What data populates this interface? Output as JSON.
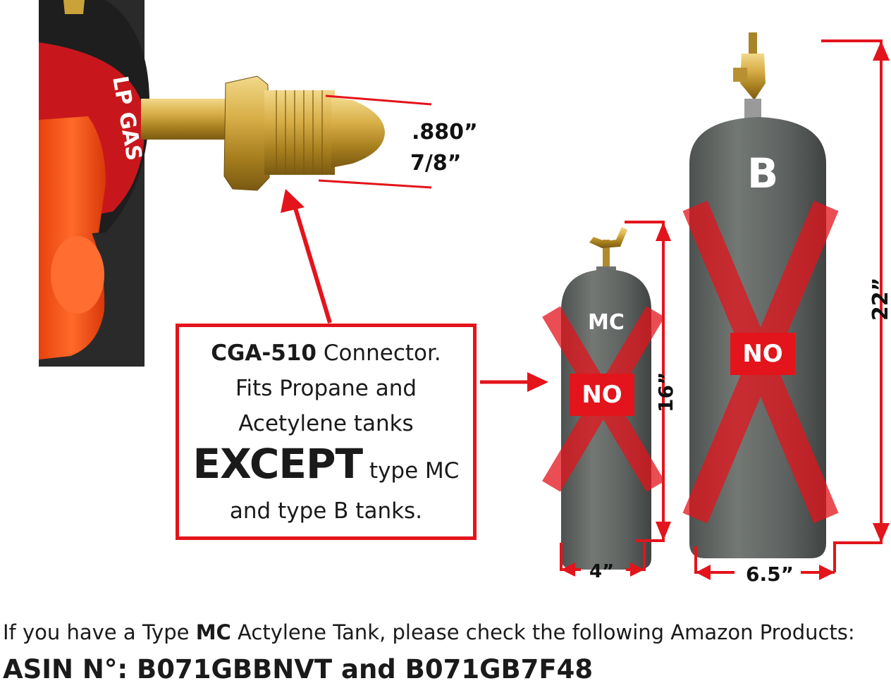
{
  "regulator": {
    "dial_text": "LP GAS"
  },
  "fitting_dims": {
    "decimal": ".880”",
    "fraction": "7/8”"
  },
  "callout": {
    "cga": "CGA-510",
    "connector": " Connector.",
    "line2": "Fits Propane and",
    "line3": "Acetylene tanks",
    "except": "EXCEPT",
    "except_rest": " type MC",
    "line5": "and type B tanks."
  },
  "tank_mc": {
    "label": "MC",
    "status": "NO",
    "height": "16”",
    "width": "4”"
  },
  "tank_b": {
    "label": "B",
    "status": "NO",
    "height": "22”",
    "width": "6.5”"
  },
  "footer": {
    "line1_pre": "If you have a Type ",
    "line1_bold": "MC",
    "line1_post": " Actylene Tank, please check the following Amazon Products:",
    "line2": "ASIN N°: B071GBBNVT and B071GB7F48"
  },
  "colors": {
    "accent_red": "#e3141b",
    "tank_gray": "#646866",
    "regulator_orange": "#ff5a1f",
    "brass": "#c9a23a"
  }
}
